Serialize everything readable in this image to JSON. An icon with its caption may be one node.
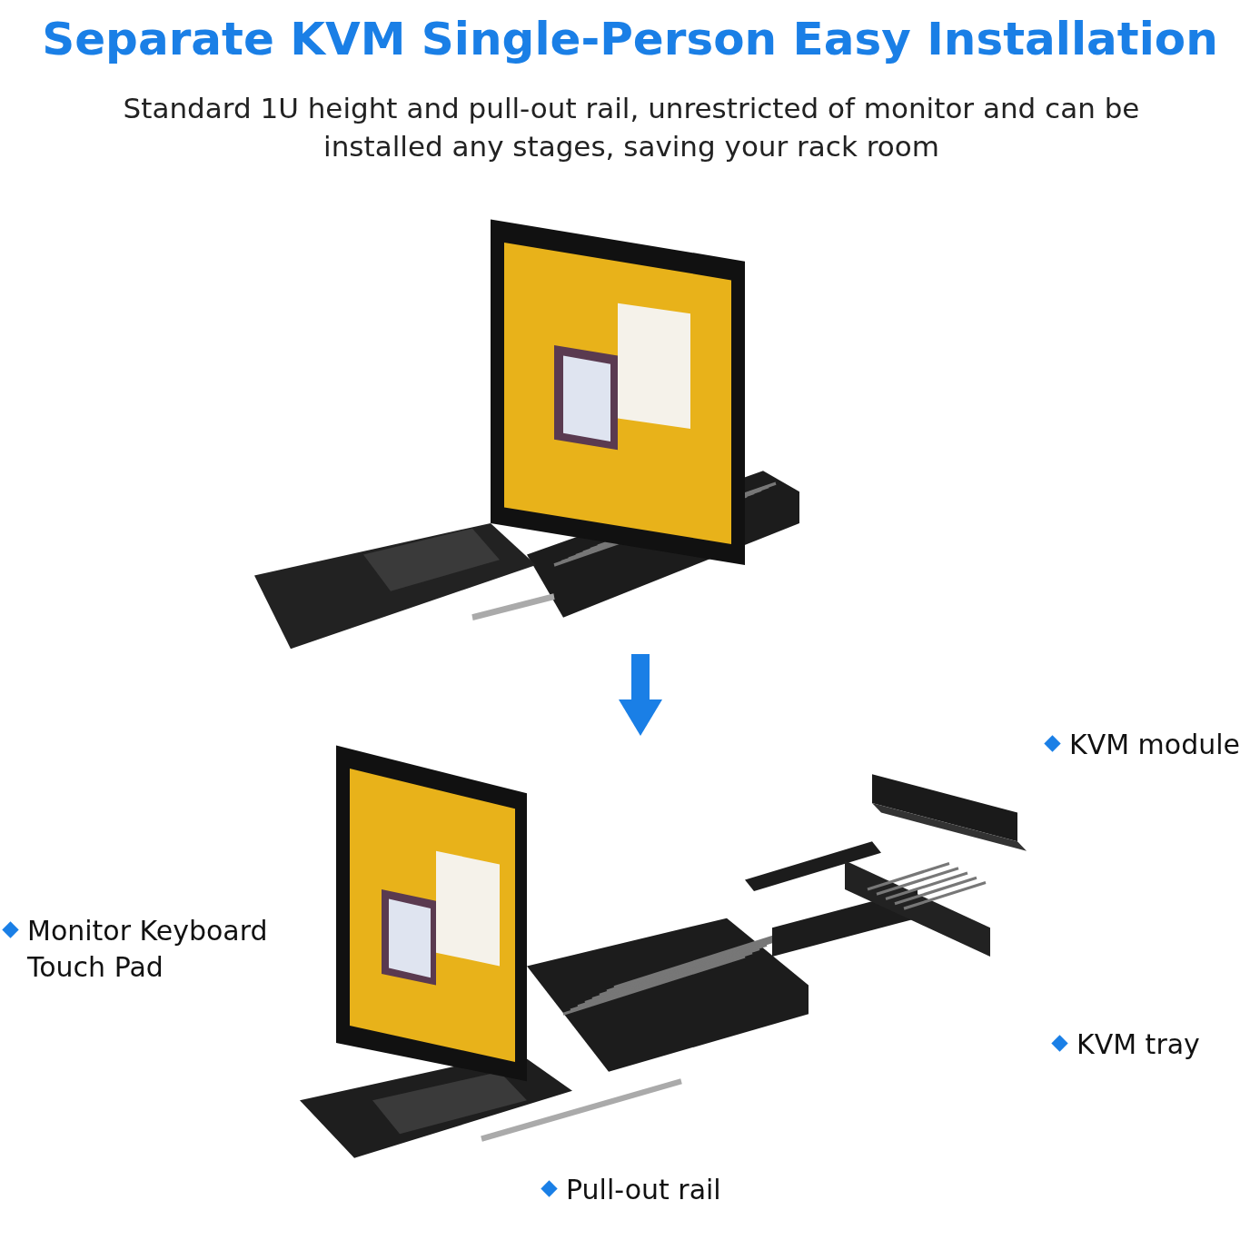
{
  "diagram": {
    "title": "Separate KVM Single-Person Easy Installation",
    "nodes": [
      {
        "text": [],
        "shape": "picture"
      },
      {
        "text": [],
        "shape": "picture"
      }
    ],
    "edges": [
      {
        "from": 0,
        "to": 1,
        "arrow": "to"
      }
    ],
    "labels": [
      "Standard 1U height and pull-out rail, unrestricted of monitor and can be installed any stages, saving your rack room",
      "KVM module",
      "Monitor Keyboard Touch Pad",
      "KVM tray",
      "Pull-out rail"
    ]
  }
}
